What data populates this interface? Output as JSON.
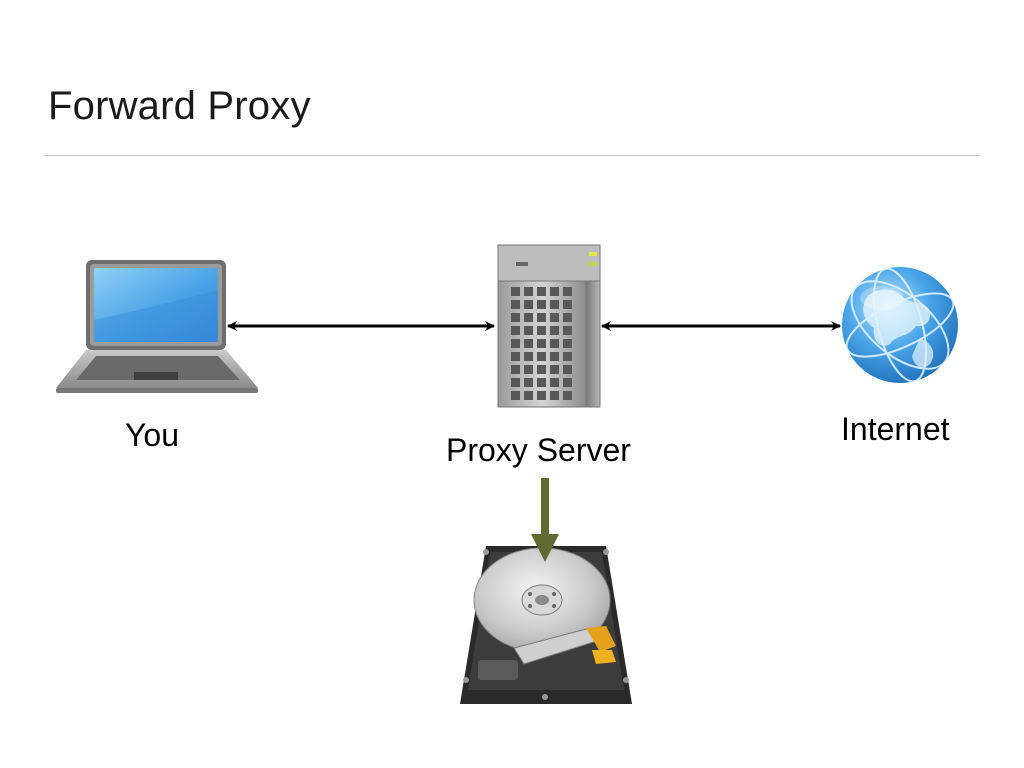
{
  "slide": {
    "title": "Forward Proxy"
  },
  "nodes": {
    "client_label": "You",
    "proxy_label": "Proxy Server",
    "internet_label": "Internet"
  },
  "icons": [
    "laptop-icon",
    "server-icon",
    "globe-icon",
    "hard-drive-icon"
  ],
  "colors": {
    "arrow": "#000000",
    "cache_arrow": "#5f6a30",
    "divider": "#c8c8c8",
    "laptop_screen": "#4a9ee0",
    "globe": "#3a8fd6"
  }
}
